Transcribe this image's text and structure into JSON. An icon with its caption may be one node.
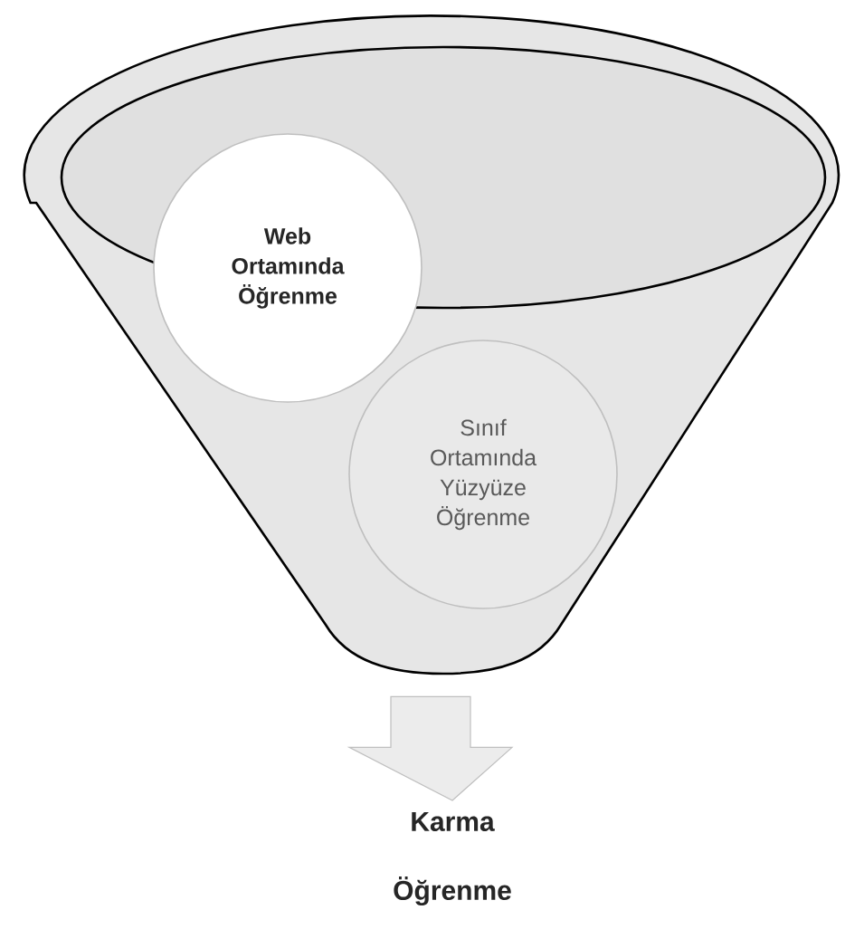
{
  "diagram": {
    "nodes": [
      {
        "text": [],
        "shape": "funnel"
      },
      {
        "text": [
          "Web Ortamında Öğrenme"
        ],
        "in": 0
      },
      {
        "text": [
          "Sınıf Ortamında Yüzyüze Öğrenme"
        ],
        "in": 0
      },
      {
        "text": [
          "Karma Öğrenme"
        ]
      }
    ],
    "edges": [
      {
        "from": 0,
        "to": 3,
        "arrow": "to"
      }
    ]
  }
}
